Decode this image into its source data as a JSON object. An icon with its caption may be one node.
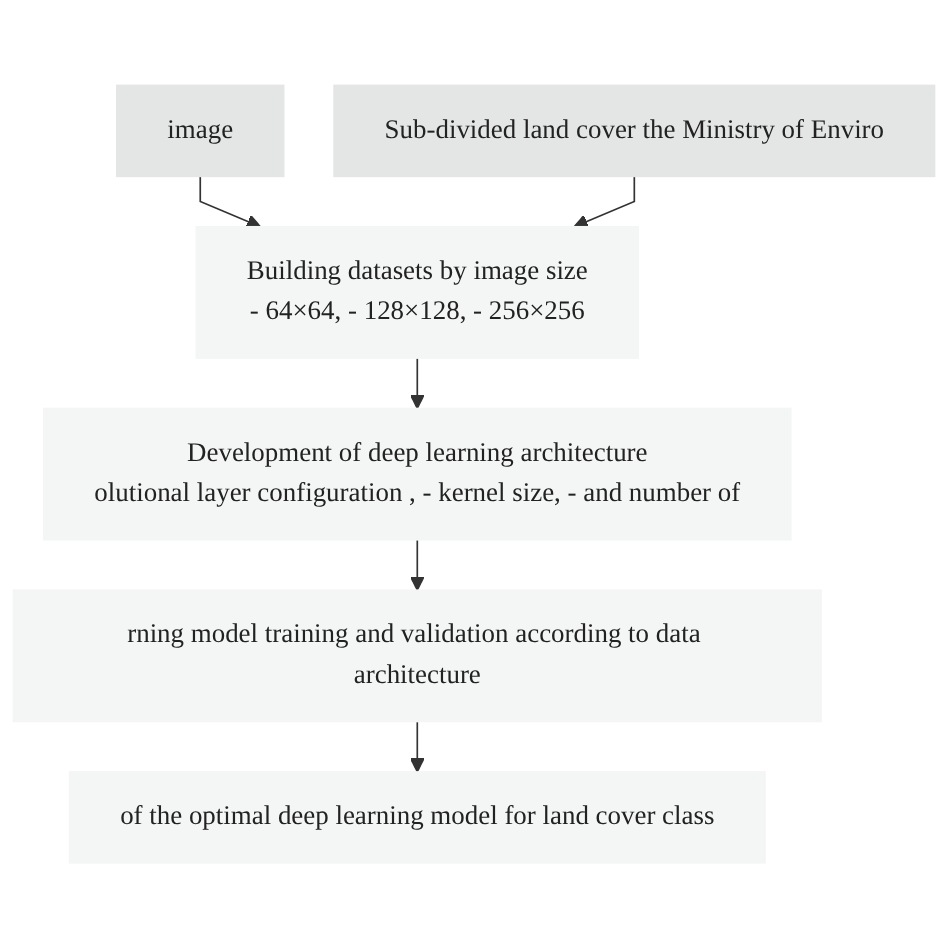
{
  "diagram": {
    "nodes": [
      {
        "text": [
          "image"
        ]
      },
      {
        "text": [
          "Sub-divided land cover the Ministry of Enviro"
        ]
      },
      {
        "text": [
          "Building datasets by image size",
          "- 64×64, - 128×128, - 256×256"
        ]
      },
      {
        "text": [
          "Development of deep learning architecture",
          "olutional layer configuration , - kernel size, - and number of"
        ]
      },
      {
        "text": [
          "rning model training and validation according to data architecture"
        ]
      },
      {
        "text": [
          "of the optimal deep learning model for land cover class"
        ]
      }
    ],
    "edges": [
      {
        "from": 0,
        "to": 2,
        "arrow": "to"
      },
      {
        "from": 1,
        "to": 2,
        "arrow": "to"
      },
      {
        "from": 2,
        "to": 3,
        "arrow": "to"
      },
      {
        "from": 3,
        "to": 4,
        "arrow": "to"
      },
      {
        "from": 4,
        "to": 5,
        "arrow": "to"
      }
    ]
  }
}
